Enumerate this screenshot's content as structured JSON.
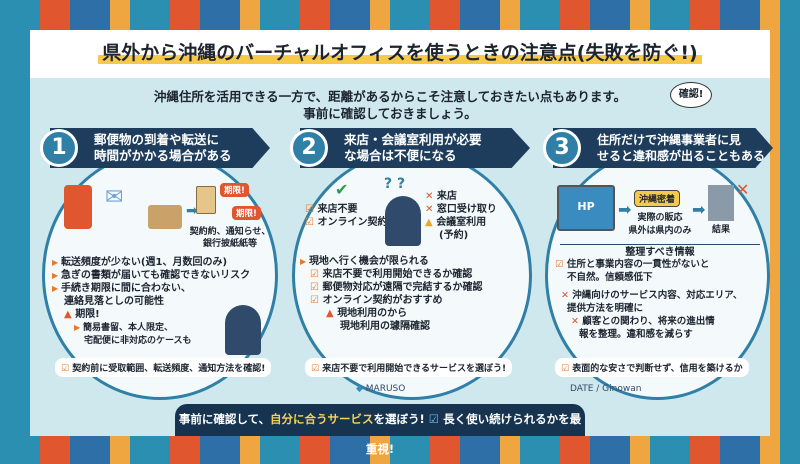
{
  "title": "県外から沖縄のバーチャルオフィスを使うときの注意点(失敗を防ぐ!)",
  "intro": {
    "line1": "沖縄住所を活用できる一方で、距離があるからこそ注意しておきたい点もあります。",
    "line2": "事前に確認しておきましょう。",
    "bubble": "確認!"
  },
  "colors": {
    "navy": "#1e3d5c",
    "accent": "#e8782a",
    "circle": "#2f7fa6",
    "title_highlight": "#f6c94a"
  },
  "sections": [
    {
      "number": "1",
      "heading1": "郵便物の到着や転送に",
      "heading2": "時間がかかる場合がある",
      "tag1": "期限!",
      "tag2": "期限!",
      "docs_label1": "契約約、通知らせ、",
      "docs_label2": "銀行披紙紙等",
      "points": [
        "転送頻度が少ない(週1、月数回のみ)",
        "急ぎの書類が届いても確認できないリスク",
        "手続き期限に間に合わない、",
        "連絡見落としの可能性"
      ],
      "warning": "期限!",
      "sub1": "簡易書留、本人限定、",
      "sub2": "宅配便に非対応のケースも",
      "check": "契約前に受取範囲、転送頻度、通知方法を確認!"
    },
    {
      "number": "2",
      "heading1": "来店・会議室利用が必要",
      "heading2": "な場合は不便になる",
      "ok": [
        "来店不要",
        "オンライン契約"
      ],
      "ng": [
        "来店",
        "窓口受け取り"
      ],
      "warn_ng1": "会議室利用",
      "warn_ng2": "(予約)",
      "point": "現地へ行く機会が限られる",
      "checks": [
        "来店不要で利用開始できるか確認",
        "郵便物対応が遠隔で完結するか確認",
        "オンライン契約がおすすめ"
      ],
      "warning1": "現地利用のから",
      "warning2": "現地利用の璩隔確認",
      "check": "来店不要で利用開始できるサービスを選ぼう!"
    },
    {
      "number": "3",
      "heading1": "住所だけで沖縄事業者に見",
      "heading2": "せると違和感が出ることもある",
      "hp": "HP",
      "tag": "沖縄密着",
      "middle1": "実際の販応",
      "middle2": "県外は県内のみ",
      "result": "結果",
      "subtitle": "整理すべき情報",
      "check1a": "住所と事業内容の一貫性がないと",
      "check1b": "不自然。信頼感低下",
      "x1a": "沖縄向けのサービス内容、対応エリア、",
      "x1b": "提供方法を明確に",
      "x2a": "顧客との関わり、将来の進出情",
      "x2b": "報を整理。違和感を減らす",
      "check": "表面的な安さで判断せず、信用を築けるか"
    }
  ],
  "brand": "MARUSO",
  "date": "DATE / Ginowan",
  "footer": {
    "part1": "事前に確認して、",
    "highlight": "自分に合うサービス",
    "part2": "を選ぼう!",
    "part3": "長く使い続けられるかを最重視!"
  }
}
